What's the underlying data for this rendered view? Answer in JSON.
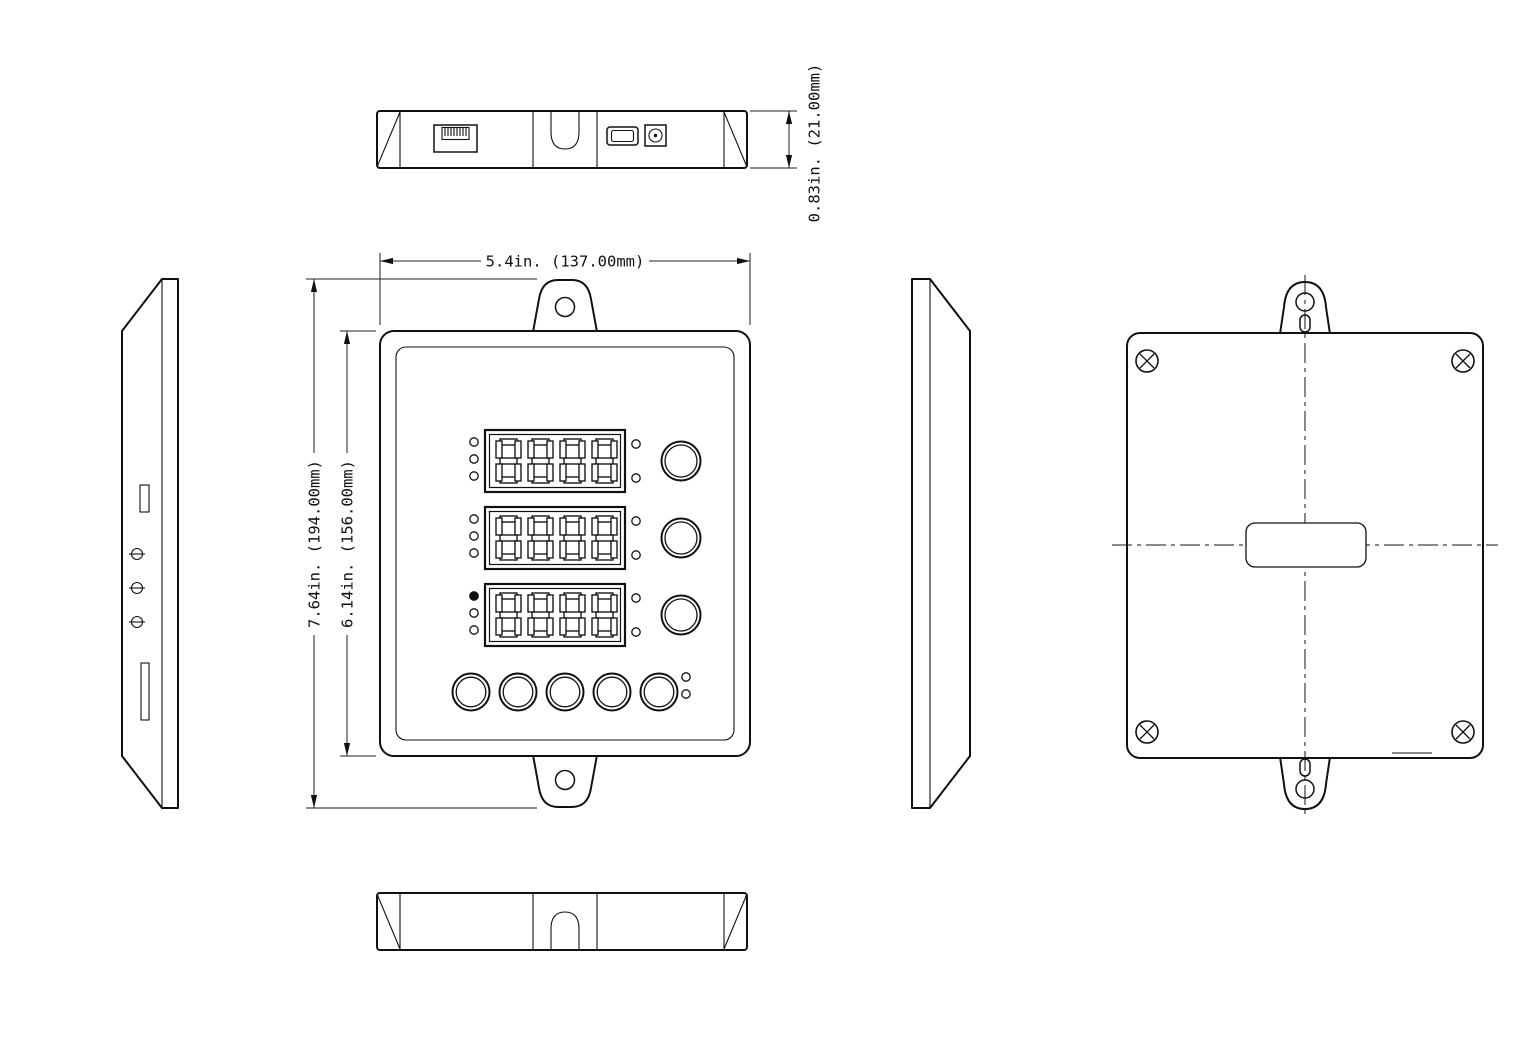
{
  "dimensions": {
    "width": "5.4in. (137.00mm)",
    "overall_height": "7.64in. (194.00mm)",
    "body_height": "6.14in. (156.00mm)",
    "depth": "0.83in. (21.00mm)"
  },
  "views": {
    "front": {
      "displays": [
        {
          "digits": "8888"
        },
        {
          "digits": "8888"
        },
        {
          "digits": "8888"
        }
      ],
      "button_count_right": 3,
      "button_count_bottom": 5
    }
  }
}
